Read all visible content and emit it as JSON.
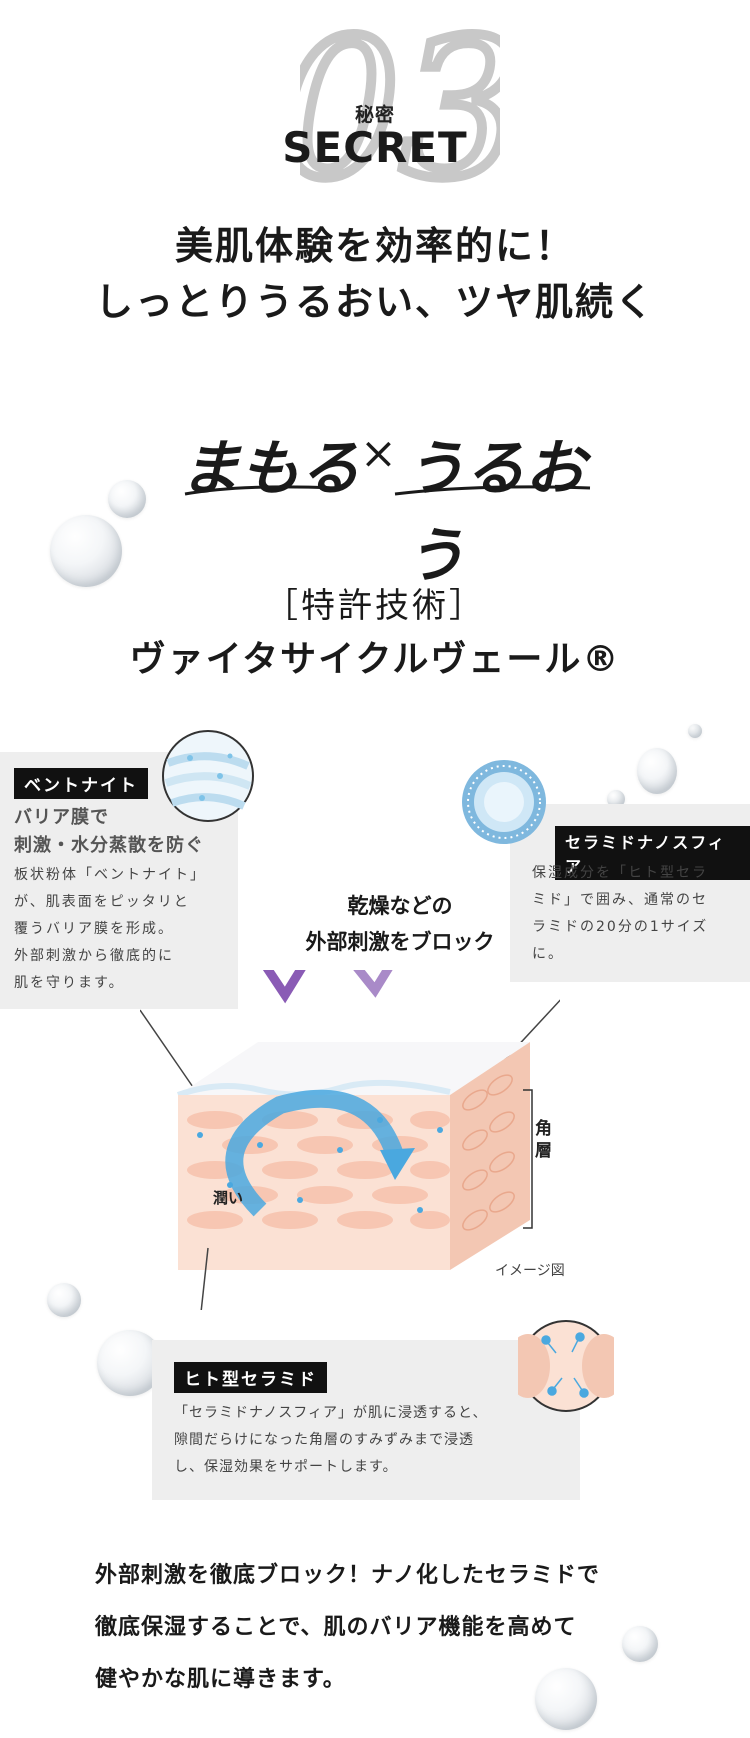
{
  "header": {
    "number": "03",
    "secret_jp": "秘密",
    "secret_en": "SECRET",
    "headline_line1": "美肌体験を効率的に！",
    "headline_line2": "しっとりうるおい、ツヤ肌続く"
  },
  "tagline": {
    "left": "まもる",
    "cross": "×",
    "right": "うるおう"
  },
  "patent": {
    "bracket_label": "［特許技術］",
    "name": "ヴァイタサイクルヴェール®"
  },
  "bentonite_box": {
    "tag": "ベントナイト",
    "heading_line1": "バリア膜で",
    "heading_line2": "刺激・水分蒸散を防ぐ",
    "text_lines": [
      "板状粉体「ベントナイト」",
      "が、肌表面をピッタリと",
      "覆うバリア膜を形成。",
      "外部刺激から徹底的に",
      "肌を守ります。"
    ]
  },
  "ceramide_nano_box": {
    "tag": "セラミドナノスフィア",
    "text_lines": [
      "保湿成分を「ヒト型セラ",
      "ミド」で囲み、通常のセ",
      "ラミドの20分の1サイズ",
      "に。"
    ]
  },
  "diagram": {
    "center_line1": "乾燥などの",
    "center_line2": "外部刺激をブロック",
    "layer_label": "角層",
    "moisture_label": "潤い",
    "image_note": "イメージ図"
  },
  "human_ceramide_box": {
    "tag": "ヒト型セラミド",
    "text_lines": [
      "「セラミドナノスフィア」が肌に浸透すると、",
      "隙間だらけになった角層のすみずみまで浸透",
      "し、保湿効果をサポートします。"
    ]
  },
  "footer": {
    "lines": [
      "外部刺激を徹底ブロック！ナノ化したセラミドで",
      "徹底保湿することで、肌のバリア機能を高めて",
      "健やかな肌に導きます。"
    ]
  },
  "colors": {
    "tag_bg": "#111111",
    "box_bg": "#eeeeee",
    "skin": "#f3c7b3",
    "moisture_arrow": "#4aa8df",
    "stimulus": "#7b3fa0"
  }
}
